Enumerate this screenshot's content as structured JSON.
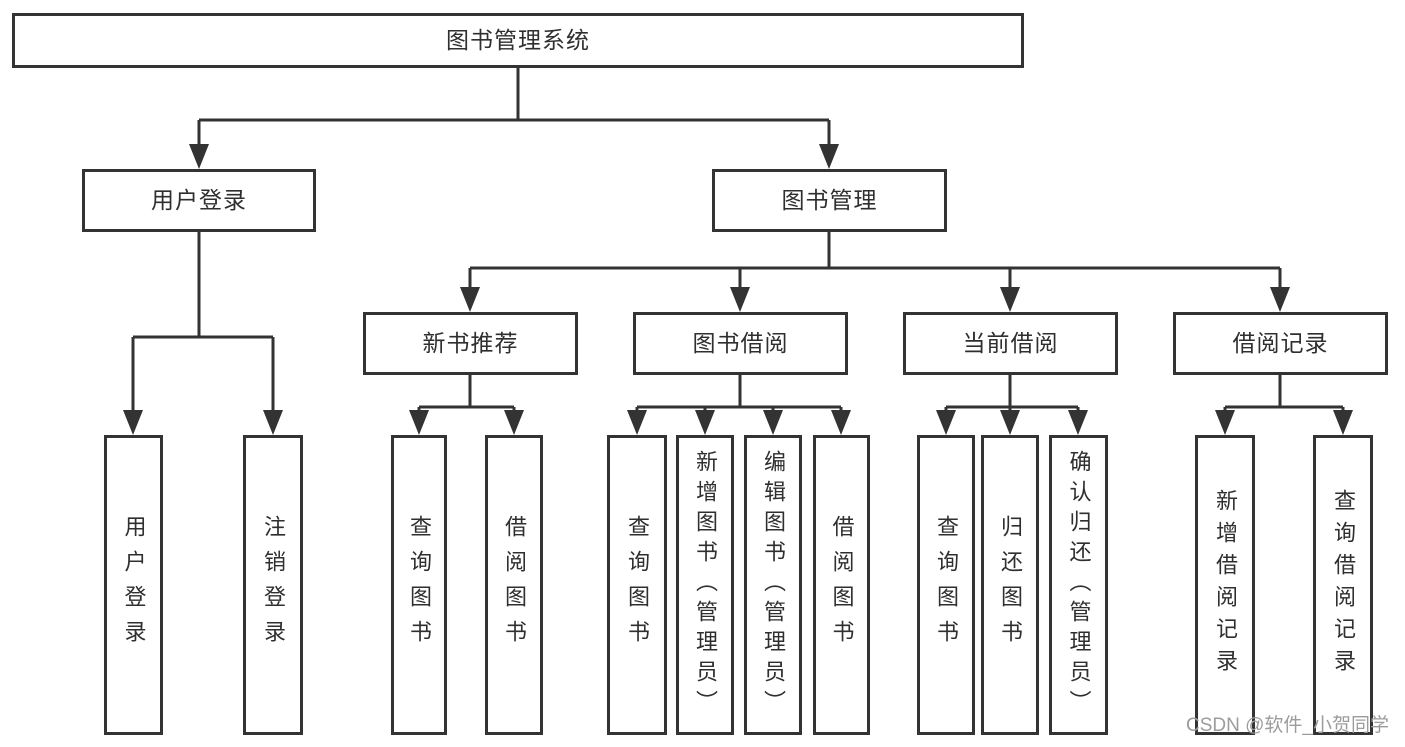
{
  "diagram": {
    "title": "图书管理系统",
    "root": {
      "label": "图书管理系统"
    },
    "level2": {
      "user_login": {
        "label": "用户登录"
      },
      "book_management": {
        "label": "图书管理"
      }
    },
    "level3": {
      "new_book_recommend": {
        "label": "新书推荐"
      },
      "book_borrow": {
        "label": "图书借阅"
      },
      "current_borrow": {
        "label": "当前借阅"
      },
      "borrow_records": {
        "label": "借阅记录"
      }
    },
    "leaves": {
      "login": [
        "用户登录",
        "注销登录"
      ],
      "recommend": [
        "查询图书",
        "借阅图书"
      ],
      "borrow": [
        "查询图书",
        "新增图书（管理员）",
        "编辑图书（管理员）",
        "借阅图书"
      ],
      "current": [
        "查询图书",
        "归还图书",
        "确认归还（管理员）"
      ],
      "records": [
        "新增借阅记录",
        "查询借阅记录"
      ]
    }
  },
  "watermark": {
    "text": "CSDN @软件_小贺同学"
  },
  "colors": {
    "line": "#333333",
    "box_border": "#333333",
    "text": "#2f2f2f",
    "watermark": "#9c9c9c",
    "background": "#ffffff"
  }
}
